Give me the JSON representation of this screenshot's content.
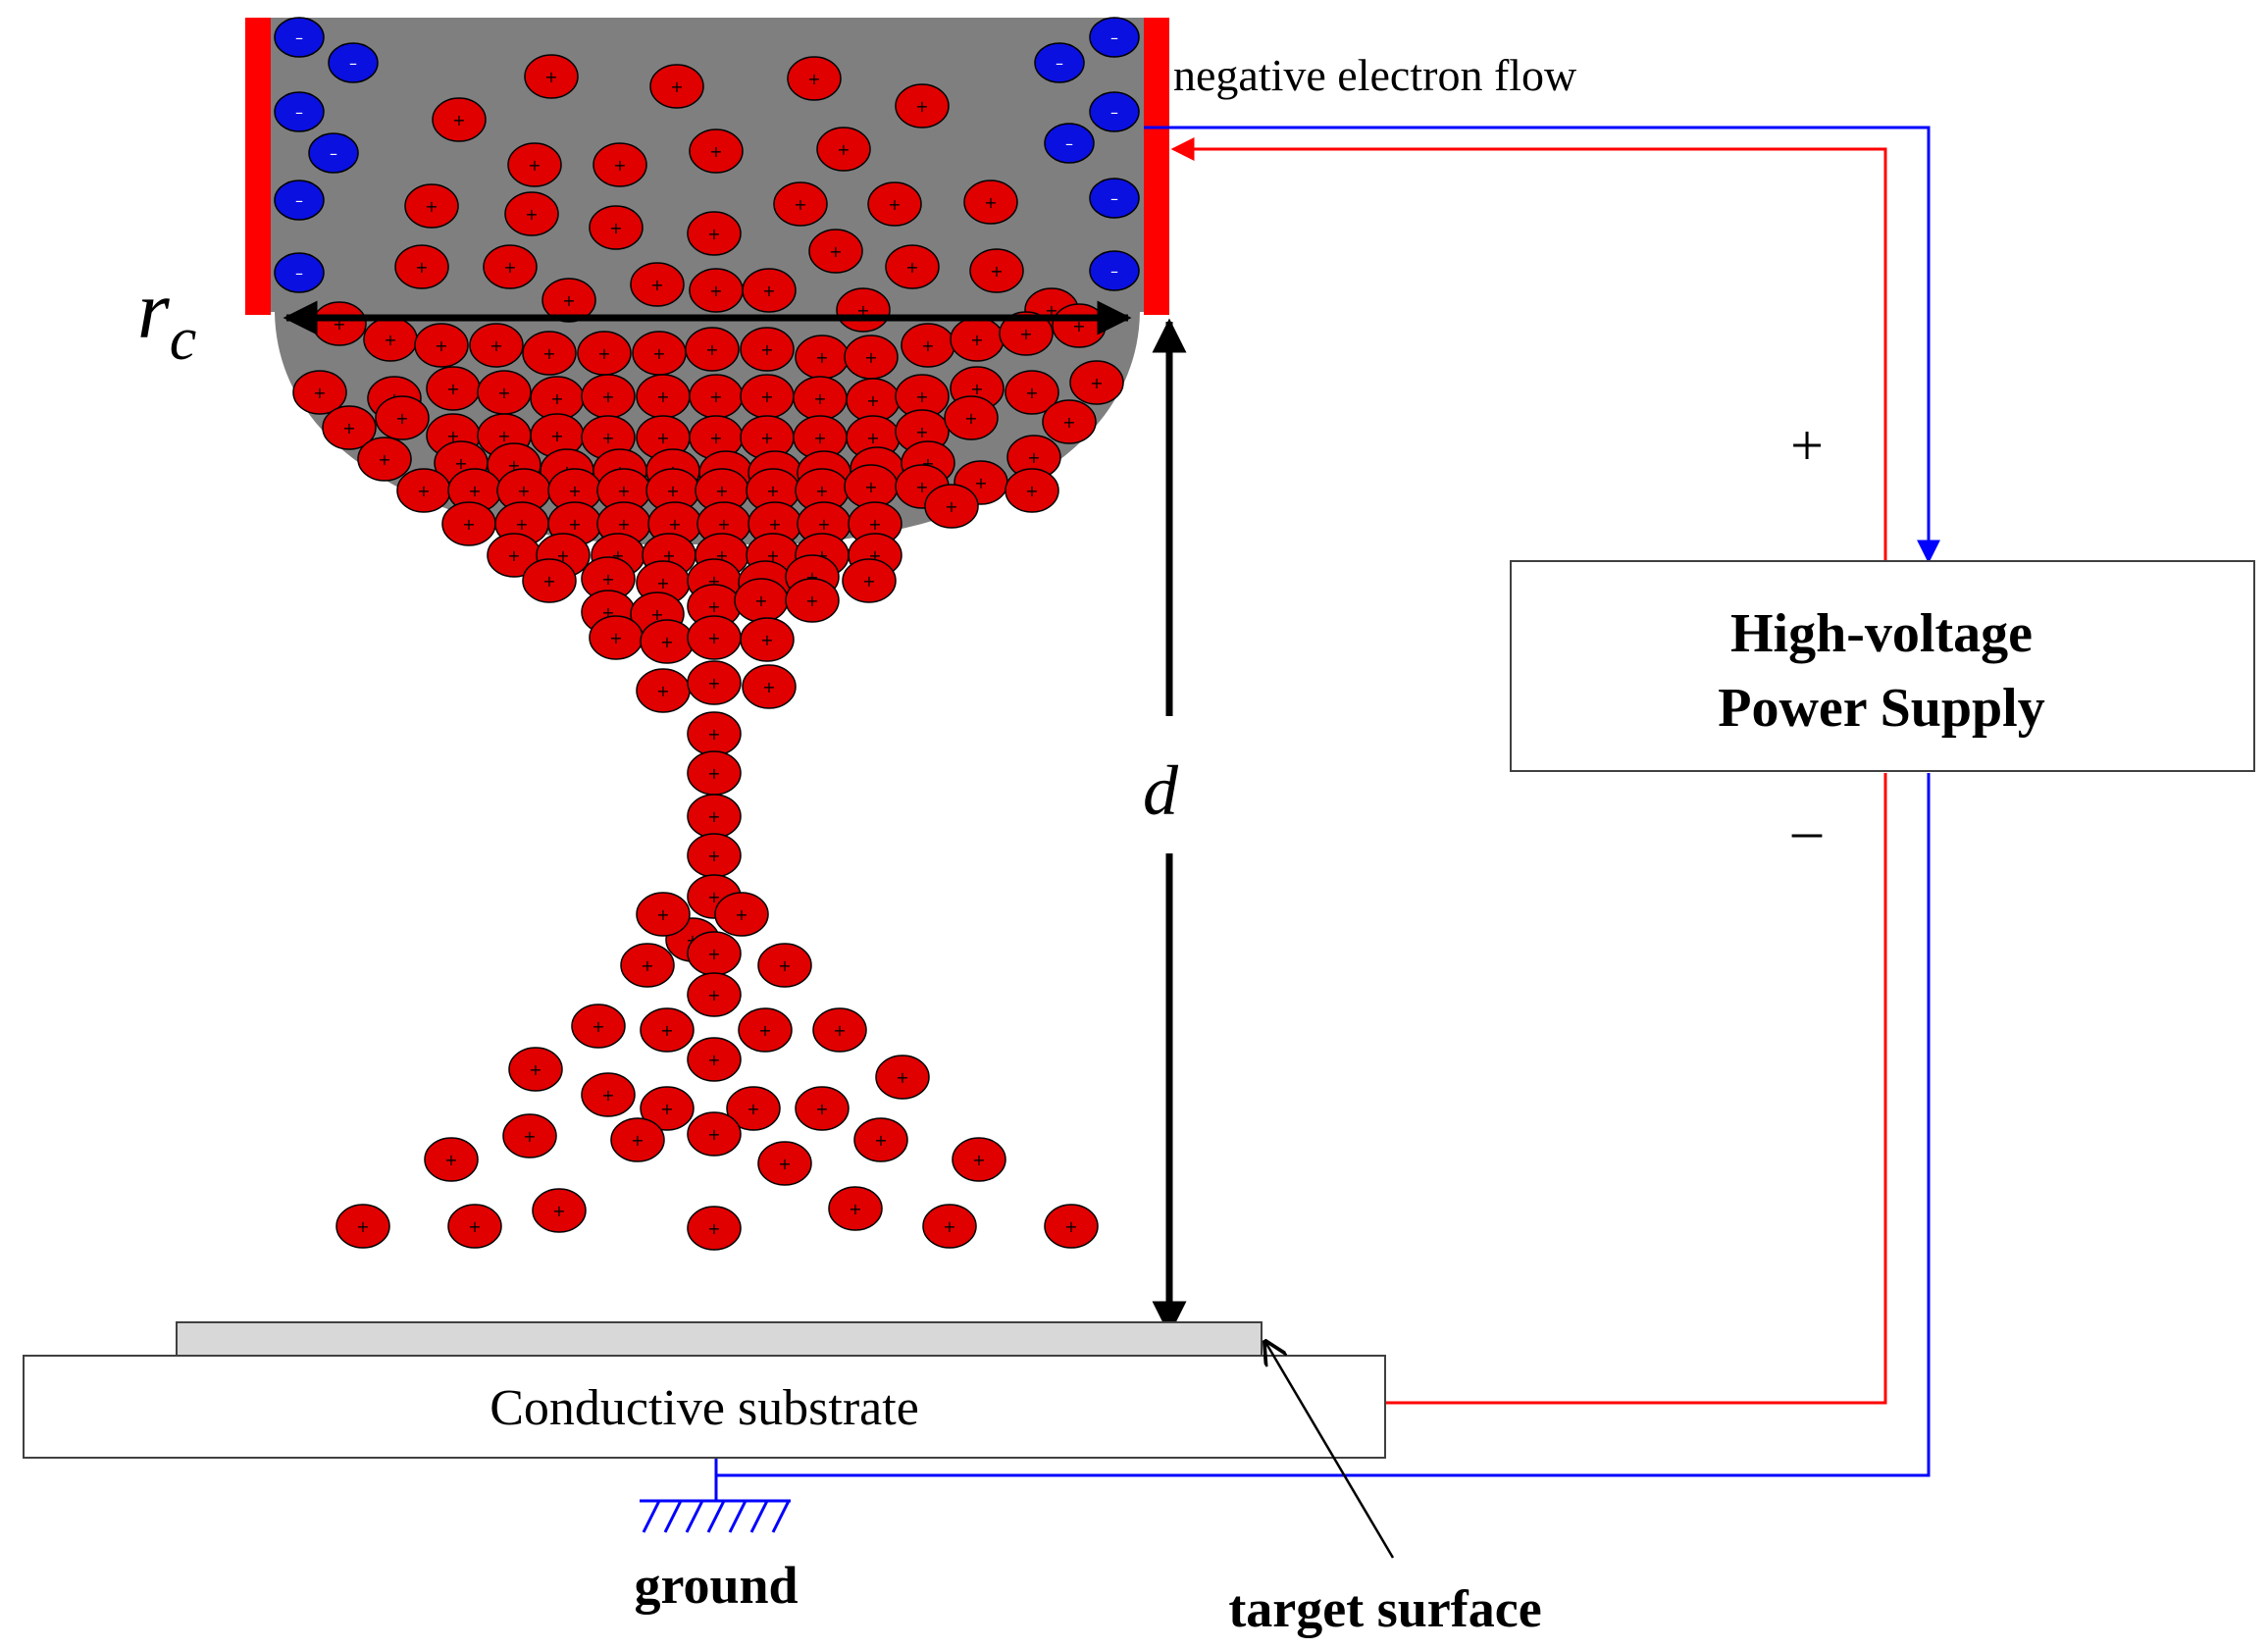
{
  "labels": {
    "electron_flow": "negative electron flow",
    "radius_symbol": "r",
    "radius_subscript": "c",
    "distance_symbol": "d",
    "plus_terminal": "+",
    "minus_terminal": "–",
    "power_supply_line1": "High-voltage",
    "power_supply_line2": "Power Supply",
    "substrate": "Conductive substrate",
    "ground": "ground",
    "target_surface": "target surface"
  },
  "charges": {
    "positive_sign": "+",
    "negative_sign": "–"
  },
  "colors": {
    "positive_charge": "#e00000",
    "negative_charge": "#0a10e0",
    "liquid": "#7f7f7f",
    "electrode": "#ff0000",
    "positive_wire": "#ff0000",
    "negative_wire": "#0000ff",
    "target_layer": "#d8d8d8"
  }
}
